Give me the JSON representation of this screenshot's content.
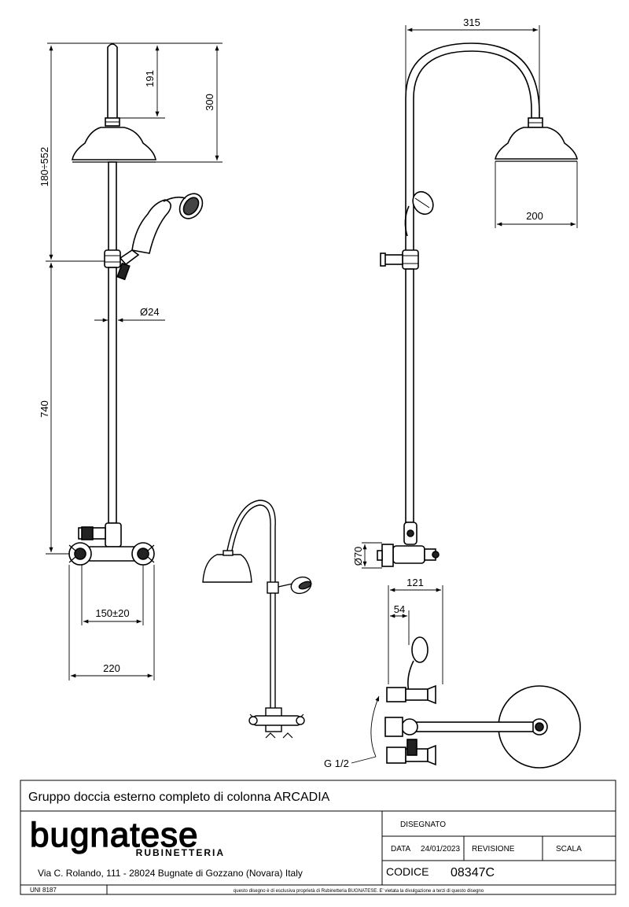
{
  "dimensions": {
    "d191": "191",
    "d300": "300",
    "d180_552": "180÷552",
    "d740": "740",
    "d24": "Ø24",
    "d150": "150±20",
    "d220": "220",
    "d315": "315",
    "d200": "200",
    "d70": "Ø70",
    "d121": "121",
    "d54": "54",
    "g12": "G 1/2"
  },
  "title_block": {
    "title": "Gruppo doccia esterno completo di colonna ARCADIA",
    "logo_text": "bugnatese",
    "logo_sub": "RUBINETTERIA",
    "address": "Via C. Rolando, 111 - 28024 Bugnate di Gozzano (Novara) Italy",
    "disegnato_label": "DISEGNATO",
    "data_label": "DATA",
    "data_value": "24/01/2023",
    "revisione_label": "REVISIONE",
    "scala_label": "SCALA",
    "codice_label": "CODICE",
    "codice_value": "08347C",
    "uni": "UNI 8187",
    "note": "questo disegno è di esclusiva proprietà di Rubinetteria BUGNATESE. E' vietata la divulgazione a terzi di questo disegno"
  }
}
